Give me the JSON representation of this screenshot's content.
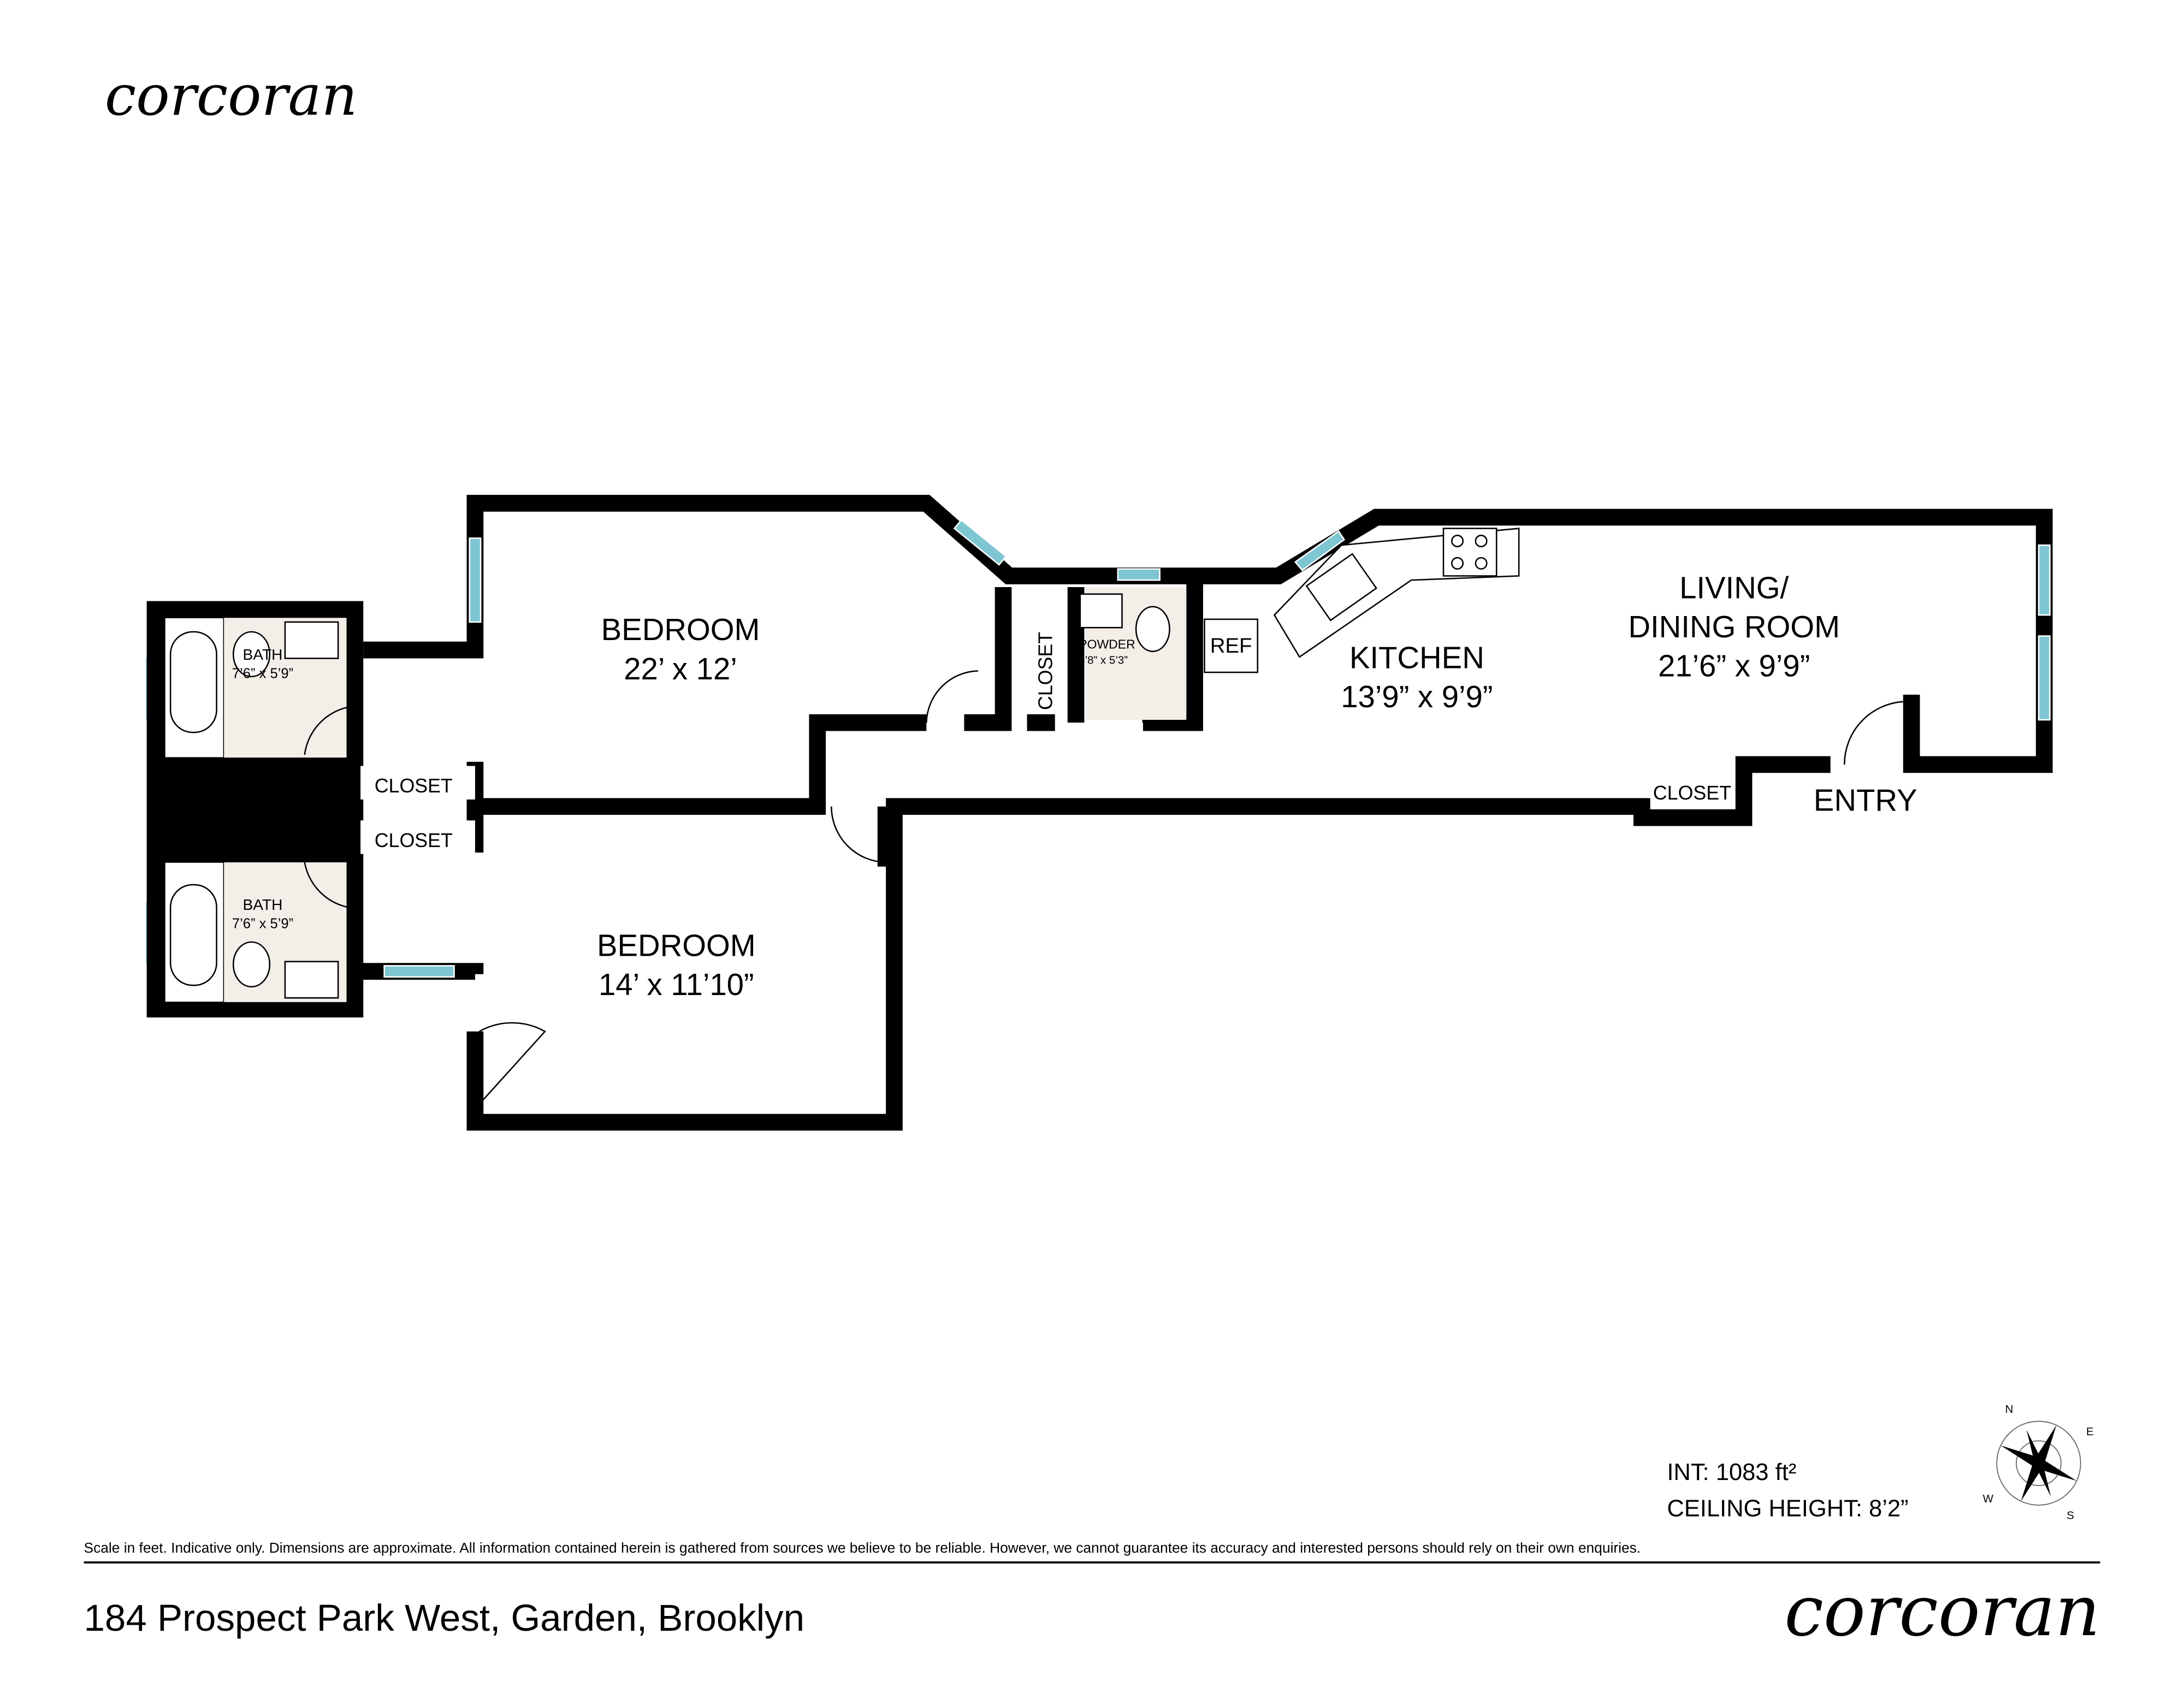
{
  "brand": "corcoran",
  "rooms": {
    "bedroom1": {
      "name": "BEDROOM",
      "size": "22’ x 12’"
    },
    "bedroom2": {
      "name": "BEDROOM",
      "size": "14’ x 11’10”"
    },
    "bath1": {
      "name": "BATH",
      "size": "7’6” x 5’9”"
    },
    "bath2": {
      "name": "BATH",
      "size": "7’6” x 5’9”"
    },
    "closet1": "CLOSET",
    "closet2": "CLOSET",
    "closet3": "CLOSET",
    "closet4": "CLOSET",
    "powder": {
      "name": "POWDER",
      "size": "4’8” x 5’3”"
    },
    "ref": "REF",
    "kitchen": {
      "name": "KITCHEN",
      "size": "13’9” x 9’9”"
    },
    "living": {
      "name1": "LIVING/",
      "name2": "DINING ROOM",
      "size": "21’6” x 9’9”"
    },
    "entry": "ENTRY"
  },
  "info": {
    "interior": "INT: 1083 ft²",
    "ceiling": "CEILING HEIGHT: 8’2”"
  },
  "compass": {
    "n": "N",
    "e": "E",
    "s": "S",
    "w": "W"
  },
  "disclaimer": "Scale in feet. Indicative only. Dimensions are approximate. All information contained herein is gathered from sources we believe to be reliable. However, we cannot guarantee its accuracy and interested persons should rely on their own enquiries.",
  "address": "184 Prospect Park West, Garden, Brooklyn",
  "colors": {
    "wall": "#000000",
    "window": "#7fc6d3",
    "tile": "#f3eee8"
  }
}
